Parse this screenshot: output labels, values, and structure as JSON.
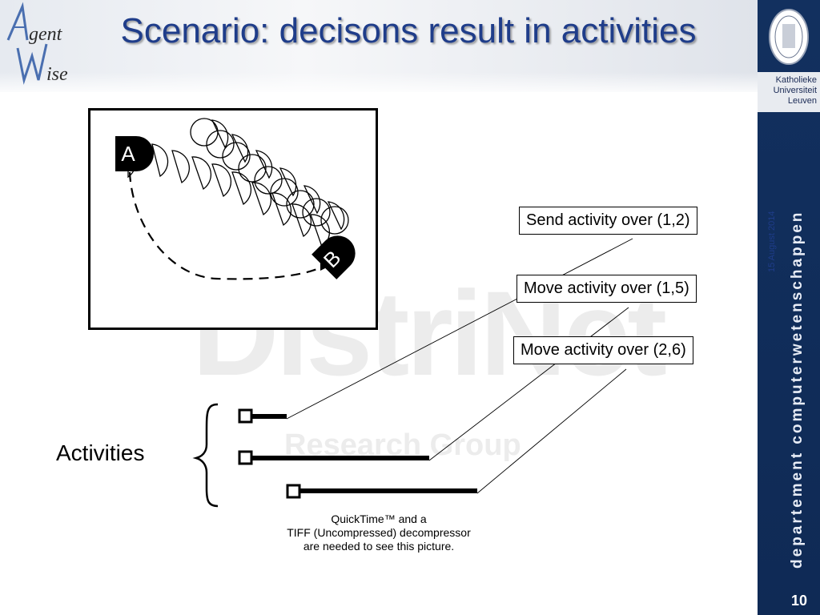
{
  "slide": {
    "title": "Scenario: decisons result in activities",
    "logo_text": [
      "A",
      "gent",
      "W",
      "ise"
    ],
    "university": [
      "Katholieke",
      "Universiteit",
      "Leuven"
    ],
    "department": "departement computerwetenschappen",
    "date": "15 August 2014",
    "page_number": "10",
    "watermark": "DistriNet",
    "watermark_sub": "Research Group"
  },
  "diagram": {
    "node_a": "A",
    "node_b": "B",
    "callouts": [
      "Send activity over (1,2)",
      "Move activity over (1,5)",
      "Move activity over (2,6)"
    ],
    "activities_label": "Activities",
    "quicktime_notice": [
      "QuickTime™ and a",
      "TIFF (Uncompressed) decompressor",
      "are needed to see this picture."
    ]
  },
  "colors": {
    "title": "#1f3d8a",
    "sidebar": "#12305f",
    "watermark": "#ececec"
  }
}
